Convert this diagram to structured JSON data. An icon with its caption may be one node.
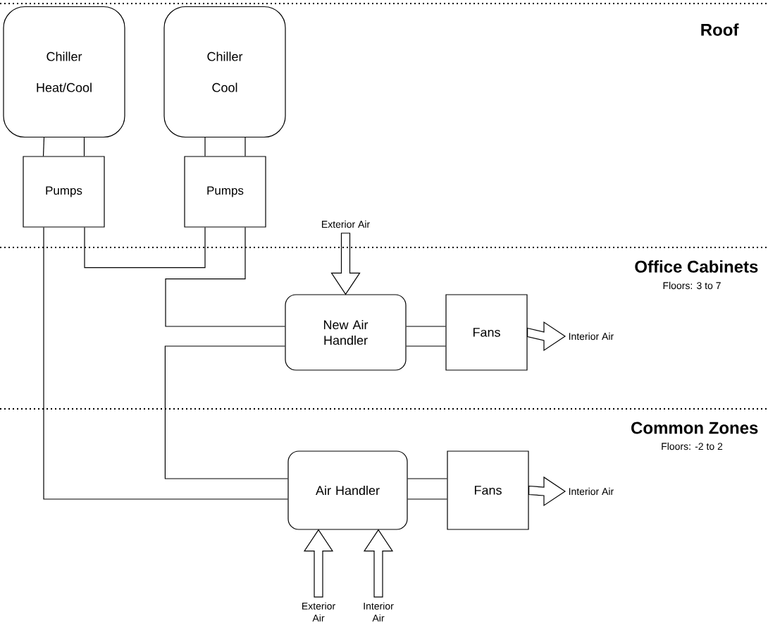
{
  "diagram": {
    "nodes": [
      {
        "text": [
          "Chiller",
          "Heat/Cool"
        ]
      },
      {
        "text": [
          "Chiller",
          "Cool"
        ]
      },
      {
        "text": [
          "Pumps"
        ]
      },
      {
        "text": [
          "Pumps"
        ]
      },
      {
        "text": [
          "New Air Handler"
        ]
      },
      {
        "text": [
          "Fans"
        ]
      },
      {
        "text": [
          "Air Handler"
        ]
      },
      {
        "text": [
          "Fans"
        ]
      },
      {
        "text": [
          "Exterior Air"
        ]
      },
      {
        "text": [
          "Interior Air"
        ]
      },
      {
        "text": [
          "Interior Air"
        ]
      },
      {
        "text": [
          "Exterior Air"
        ]
      },
      {
        "text": [
          "Interior Air"
        ]
      }
    ],
    "edges": [
      {
        "from": 0,
        "to": 2,
        "arrow": "none"
      },
      {
        "from": 0,
        "to": 2,
        "arrow": "none"
      },
      {
        "from": 1,
        "to": 3,
        "arrow": "none"
      },
      {
        "from": 1,
        "to": 3,
        "arrow": "none"
      },
      {
        "from": 2,
        "to": 3,
        "arrow": "none"
      },
      {
        "from": 2,
        "to": 6,
        "arrow": "none"
      },
      {
        "from": 3,
        "to": 4,
        "arrow": "none"
      },
      {
        "from": 4,
        "to": 6,
        "arrow": "none"
      },
      {
        "from": 4,
        "to": 5,
        "arrow": "none"
      },
      {
        "from": 4,
        "to": 5,
        "arrow": "none"
      },
      {
        "from": 6,
        "to": 7,
        "arrow": "none"
      },
      {
        "from": 6,
        "to": 7,
        "arrow": "none"
      },
      {
        "from": 8,
        "to": 4,
        "arrow": "to",
        "style": "thick"
      },
      {
        "from": 5,
        "to": 9,
        "arrow": "to",
        "style": "thick"
      },
      {
        "from": 7,
        "to": 10,
        "arrow": "to",
        "style": "thick"
      },
      {
        "from": 11,
        "to": 6,
        "arrow": "to",
        "style": "thick"
      },
      {
        "from": 12,
        "to": 6,
        "arrow": "to",
        "style": "thick"
      }
    ],
    "labels": [
      "Roof",
      "Office Cabinets",
      "Floors: 3 to 7",
      "Common Zones",
      "Floors: -2 to 2"
    ]
  }
}
